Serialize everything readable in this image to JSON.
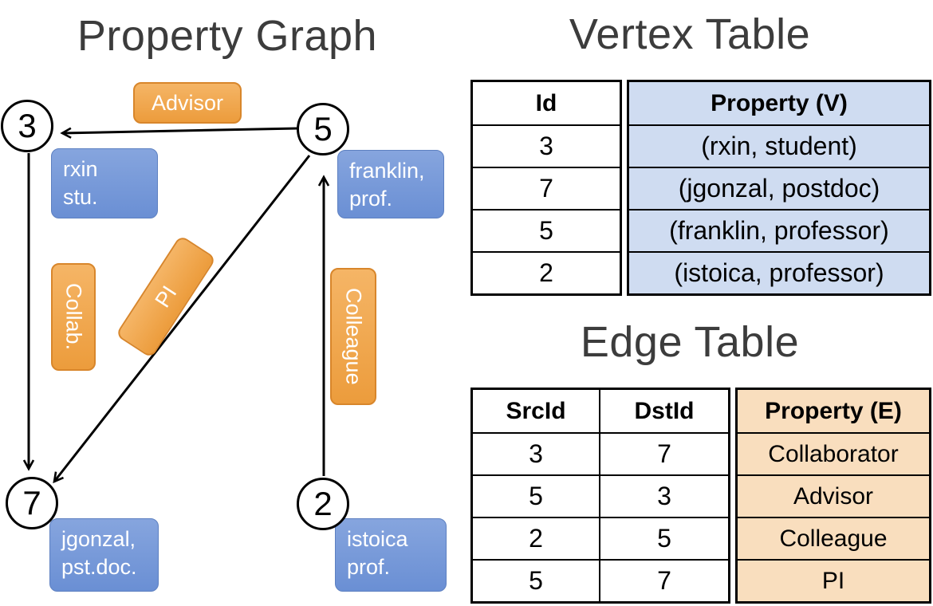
{
  "colors": {
    "edge_label_orange": "#EE9F3F",
    "edge_label_border": "#D8862B",
    "vertex_box_blue": "#6F93D6",
    "table_property_v_blue": "#CFDCF1",
    "table_property_e_orange": "#F9DEBE",
    "title_text": "#3C3C3C"
  },
  "graph": {
    "title": "Property Graph",
    "nodes": [
      {
        "id": "3"
      },
      {
        "id": "5"
      },
      {
        "id": "7"
      },
      {
        "id": "2"
      }
    ],
    "vertex_boxes": [
      {
        "text": "rxin\nstu."
      },
      {
        "text": "franklin,\nprof."
      },
      {
        "text": "jgonzal,\npst.doc."
      },
      {
        "text": "istoica\nprof."
      }
    ],
    "edge_boxes": [
      {
        "text": "Advisor"
      },
      {
        "text": "Collab."
      },
      {
        "text": "PI"
      },
      {
        "text": "Colleague"
      }
    ]
  },
  "vertex_table": {
    "title": "Vertex Table",
    "headers": {
      "id": "Id",
      "property": "Property (V)"
    },
    "rows": [
      {
        "id": "3",
        "property": "(rxin, student)"
      },
      {
        "id": "7",
        "property": "(jgonzal, postdoc)"
      },
      {
        "id": "5",
        "property": "(franklin, professor)"
      },
      {
        "id": "2",
        "property": "(istoica, professor)"
      }
    ]
  },
  "edge_table": {
    "title": "Edge Table",
    "headers": {
      "src": "SrcId",
      "dst": "DstId",
      "property": "Property (E)"
    },
    "rows": [
      {
        "src": "3",
        "dst": "7",
        "property": "Collaborator"
      },
      {
        "src": "5",
        "dst": "3",
        "property": "Advisor"
      },
      {
        "src": "2",
        "dst": "5",
        "property": "Colleague"
      },
      {
        "src": "5",
        "dst": "7",
        "property": "PI"
      }
    ]
  }
}
